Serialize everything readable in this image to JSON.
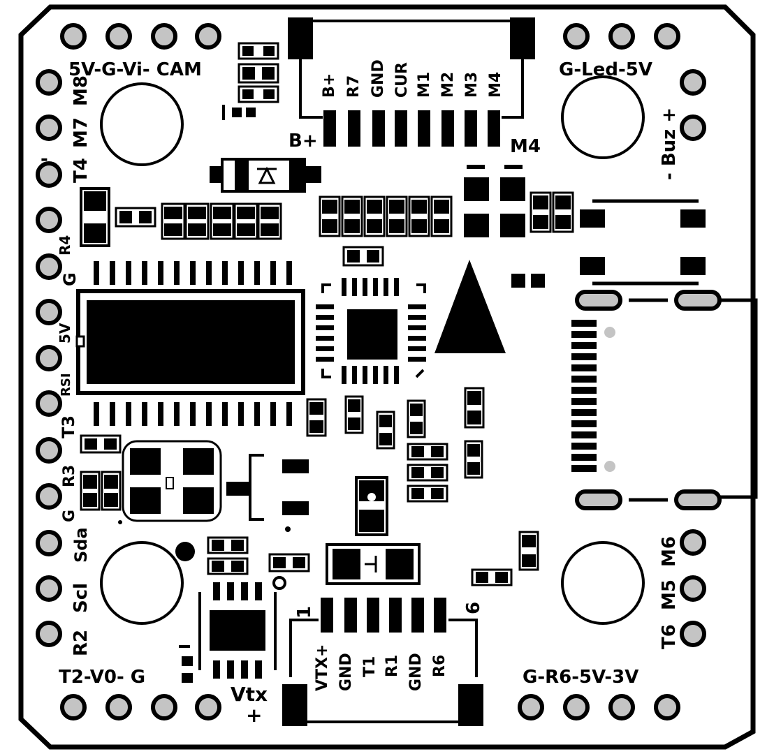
{
  "board": {
    "outline_color": "#000000",
    "pad_color": "#c4c4c4",
    "labels": {
      "top_left": "5V-G-Vi- CAM",
      "top_right": "G-Led-5V",
      "buz": "- Buz +",
      "bat_plus": "B+",
      "m4": "M4",
      "left_m8": "M8",
      "left_m7": "M7",
      "left_t4": "T4",
      "left_dash": "-",
      "left_r4": "R4",
      "left_g1": "G",
      "left_5v": "5V",
      "left_rsi": "RSI",
      "left_t3": "T3",
      "left_r3": "R3",
      "left_g2": "G",
      "left_sda": "Sda",
      "left_scl": "Scl",
      "left_r2": "R2",
      "bottom_left": "T2-V0- G",
      "vtx": "Vtx",
      "vtx_plus": "+",
      "bottom_right": "G-R6-5V-3V",
      "right_m6": "M6",
      "right_m5": "M5",
      "right_t6": "T6",
      "pin1": "1",
      "pin6": "6"
    },
    "esc_connector_pins": [
      "B+",
      "R7",
      "GND",
      "CUR",
      "M1",
      "M2",
      "M3",
      "M4"
    ],
    "vtx_connector_pins": [
      "VTX+",
      "GND",
      "T1",
      "R1",
      "GND",
      "R6"
    ]
  }
}
